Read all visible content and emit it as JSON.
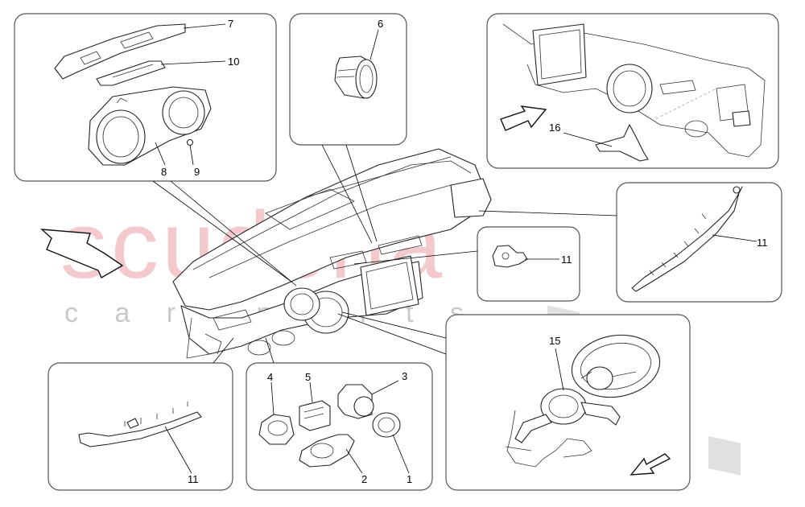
{
  "watermark": {
    "brand": "scuderia",
    "sub": "c a r   p a r t s",
    "color": "#e8a0a8",
    "checker_color": "#d4d4d4"
  },
  "callouts": [
    {
      "id": "c7",
      "text": "7"
    },
    {
      "id": "c10",
      "text": "10"
    },
    {
      "id": "c8",
      "text": "8"
    },
    {
      "id": "c9",
      "text": "9"
    },
    {
      "id": "c6",
      "text": "6"
    },
    {
      "id": "c16",
      "text": "16"
    },
    {
      "id": "c11a",
      "text": "11"
    },
    {
      "id": "c11b",
      "text": "11"
    },
    {
      "id": "c11c",
      "text": "11"
    },
    {
      "id": "c15",
      "text": "15"
    },
    {
      "id": "c4",
      "text": "4"
    },
    {
      "id": "c5",
      "text": "5"
    },
    {
      "id": "c3",
      "text": "3"
    },
    {
      "id": "c2",
      "text": "2"
    },
    {
      "id": "c1",
      "text": "1"
    }
  ]
}
